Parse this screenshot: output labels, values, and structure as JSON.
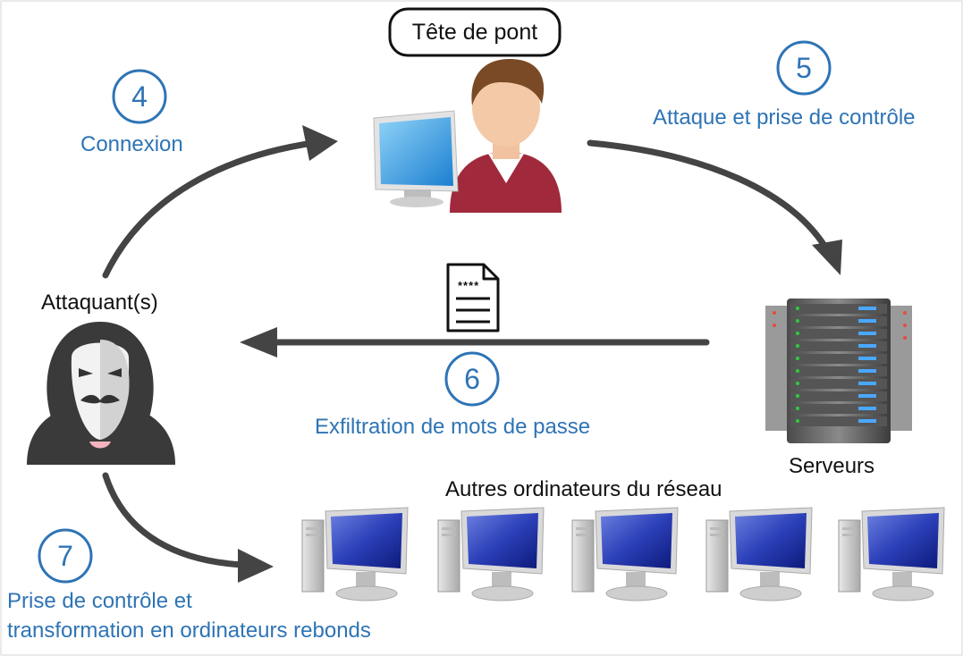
{
  "colors": {
    "accent": "#2e74b5",
    "arrow": "#444444",
    "text": "#111111"
  },
  "bridgehead": {
    "label": "Tête de pont",
    "icon": "user-at-computer-icon"
  },
  "attacker": {
    "label": "Attaquant(s)",
    "icon": "hooded-hacker-icon"
  },
  "servers": {
    "label": "Serveurs",
    "icon": "server-rack-icon"
  },
  "other_computers": {
    "label": "Autres ordinateurs du réseau",
    "count": 5,
    "icon": "desktop-computer-icon"
  },
  "password_file": {
    "text": "****",
    "icon": "password-document-icon"
  },
  "steps": [
    {
      "number": "4",
      "label": "Connexion"
    },
    {
      "number": "5",
      "label": "Attaque et prise de contrôle"
    },
    {
      "number": "6",
      "label": "Exfiltration de mots de passe"
    },
    {
      "number": "7",
      "label": "Prise de contrôle et",
      "label2": "transformation en ordinateurs rebonds"
    }
  ]
}
